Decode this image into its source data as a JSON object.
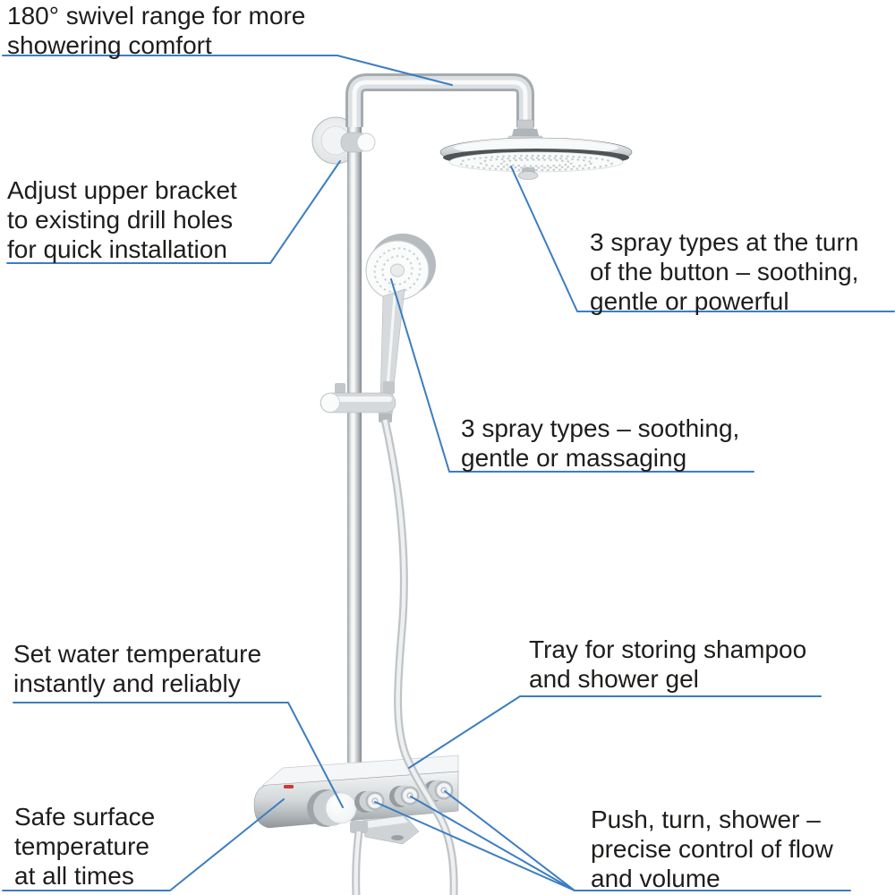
{
  "colors": {
    "background": "#ffffff",
    "leader_line": "#3c7dc2",
    "annotation_text": "#1d1d1b",
    "chrome_light": "#f4f6f7",
    "chrome_dark": "#9aa0a4"
  },
  "annotations": [
    {
      "id": "swivel-range",
      "lines": [
        "180° swivel range for more",
        "showering comfort"
      ]
    },
    {
      "id": "upper-bracket",
      "lines": [
        "Adjust upper bracket",
        "to existing drill holes",
        "for quick installation"
      ]
    },
    {
      "id": "head-spray-types",
      "lines": [
        "3 spray types at the turn",
        "of the button – soothing,",
        "gentle or powerful"
      ]
    },
    {
      "id": "hand-spray-types",
      "lines": [
        "3 spray types – soothing,",
        "gentle or massaging"
      ]
    },
    {
      "id": "water-temperature",
      "lines": [
        "Set water temperature",
        "instantly and reliably"
      ]
    },
    {
      "id": "safe-surface",
      "lines": [
        "Safe surface",
        "temperature",
        "at all times"
      ]
    },
    {
      "id": "storage-tray",
      "lines": [
        "Tray for storing shampoo",
        "and shower gel"
      ]
    },
    {
      "id": "flow-control",
      "lines": [
        "Push, turn, shower –",
        "precise control of flow",
        "and volume"
      ]
    }
  ]
}
